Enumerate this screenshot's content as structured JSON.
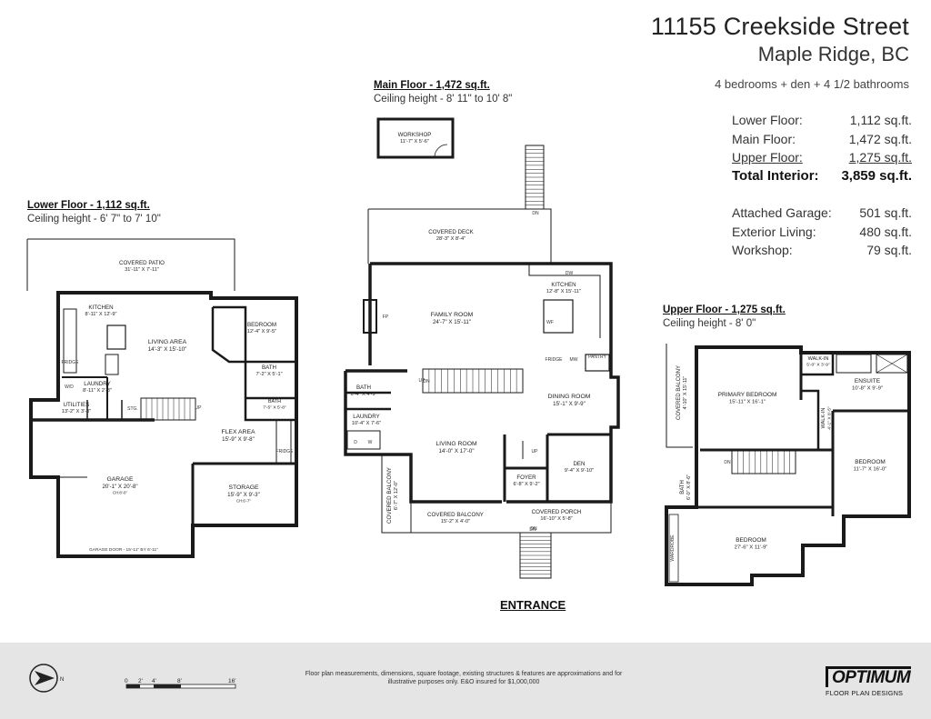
{
  "header": {
    "address_line1": "11155 Creekside Street",
    "address_line2": "Maple Ridge, BC",
    "beds_baths": "4 bedrooms + den + 4 1/2 bathrooms"
  },
  "summary": [
    {
      "label": "Lower Floor:",
      "value": "1,112 sq.ft."
    },
    {
      "label": "Main Floor:",
      "value": "1,472 sq.ft."
    },
    {
      "label": "Upper Floor:",
      "value": "1,275 sq.ft."
    },
    {
      "label": "Total Interior:",
      "value": "3,859 sq.ft."
    },
    {
      "label": "Attached Garage:",
      "value": "501 sq.ft."
    },
    {
      "label": "Exterior Living:",
      "value": "480 sq.ft."
    },
    {
      "label": "Workshop:",
      "value": "79 sq.ft."
    }
  ],
  "floors": {
    "main": {
      "title": "Main Floor - 1,472 sq.ft.",
      "ceiling": "Ceiling height - 8' 11\" to 10' 8\""
    },
    "lower": {
      "title": "Lower Floor - 1,112 sq.ft.",
      "ceiling": "Ceiling height - 6' 7\" to 7' 10\""
    },
    "upper": {
      "title": "Upper Floor - 1,275 sq.ft.",
      "ceiling": "Ceiling height - 8' 0\""
    }
  },
  "rooms": [
    {
      "id": "workshop",
      "name": "WORKSHOP",
      "dims": "11'-7\" X 5'-6\""
    },
    {
      "id": "covered-deck",
      "name": "COVERED DECK",
      "dims": "28'-3\" X 8'-4\""
    },
    {
      "id": "main-kitchen",
      "name": "KITCHEN",
      "dims": "12'-8\" X 15'-11\""
    },
    {
      "id": "family-room",
      "name": "FAMILY ROOM",
      "dims": "24'-7\" X 15'-11\""
    },
    {
      "id": "dining-room",
      "name": "DINING ROOM",
      "dims": "15'-1\" X 9'-9\""
    },
    {
      "id": "main-bath",
      "name": "BATH",
      "dims": "6'-4\" X 4'-9\""
    },
    {
      "id": "main-laundry",
      "name": "LAUNDRY",
      "dims": "10'-4\" X 7'-6\""
    },
    {
      "id": "living-room",
      "name": "LIVING ROOM",
      "dims": "14'-0\" X 17'-0\""
    },
    {
      "id": "den",
      "name": "DEN",
      "dims": "9'-4\" X 9'-10\""
    },
    {
      "id": "foyer",
      "name": "FOYER",
      "dims": "6'-8\" X 9'-2\""
    },
    {
      "id": "covered-balcony-main",
      "name": "COVERED BALCONY",
      "dims": "15'-2\" X 4'-0\""
    },
    {
      "id": "covered-balcony-side",
      "name": "COVERED BALCONY",
      "dims": "6'-7\" X 12'-0\""
    },
    {
      "id": "covered-porch",
      "name": "COVERED PORCH",
      "dims": "16'-10\" X 5'-8\""
    },
    {
      "id": "covered-patio",
      "name": "COVERED PATIO",
      "dims": "31'-11\" X 7'-11\""
    },
    {
      "id": "lower-kitchen",
      "name": "KITCHEN",
      "dims": "8'-11\" X 12'-9\""
    },
    {
      "id": "living-area",
      "name": "LIVING AREA",
      "dims": "14'-3\" X 15'-10\""
    },
    {
      "id": "lower-bedroom",
      "name": "BEDROOM",
      "dims": "12'-4\" X 9'-5\""
    },
    {
      "id": "lower-bath-1",
      "name": "BATH",
      "dims": "7'-2\" X 5'-1\""
    },
    {
      "id": "lower-bath-2",
      "name": "BATH",
      "dims": "7'-5\" X 5'-8\""
    },
    {
      "id": "lower-laundry",
      "name": "LAUNDRY",
      "dims": "8'-11\" X 2'-8\""
    },
    {
      "id": "utilities",
      "name": "UTILITIES",
      "dims": "13'-2\" X 3'-3\""
    },
    {
      "id": "flex-area",
      "name": "FLEX AREA",
      "dims": "15'-9\" X 9'-8\""
    },
    {
      "id": "garage",
      "name": "GARAGE",
      "dims": "20'-1\" X 20'-8\"",
      "note": "CH:8'-0\""
    },
    {
      "id": "storage",
      "name": "STORAGE",
      "dims": "15'-9\" X 9'-3\"",
      "note": "CH:6'-7\""
    },
    {
      "id": "primary-bedroom",
      "name": "PRIMARY BEDROOM",
      "dims": "15'-11\" X 16'-1\""
    },
    {
      "id": "walk-in-1",
      "name": "WALK-IN",
      "dims": "5'-0\" X 3'-9\""
    },
    {
      "id": "ensuite",
      "name": "ENSUITE",
      "dims": "10'-8\" X 9'-9\""
    },
    {
      "id": "walk-in-2",
      "name": "WALK-IN",
      "dims": "4'-1\" X 8'-5\""
    },
    {
      "id": "upper-bedroom-1",
      "name": "BEDROOM",
      "dims": "11'-7\" X 16'-0\""
    },
    {
      "id": "upper-bath",
      "name": "BATH",
      "dims": "6'-0\" X 8'-6\""
    },
    {
      "id": "upper-bedroom-2",
      "name": "BEDROOM",
      "dims": "27'-6\" X 11'-9\""
    },
    {
      "id": "covered-balcony-upper",
      "name": "COVERED BALCONY",
      "dims": "4'-10\" X 15'-11\""
    }
  ],
  "labels": {
    "garage_door": "GARAGE DOOR - 15'-11\" BY 6'-11\"",
    "dw": "DW",
    "fridge": "FRIDGE",
    "mw": "MW",
    "pantry": "PANTRY",
    "wf": "WF",
    "fp": "FP",
    "d": "D",
    "w": "W",
    "wd": "W/D",
    "stg": "STG.",
    "up": "UP",
    "dn": "DN",
    "wardrobe": "WARDROBE"
  },
  "entrance": "ENTRANCE",
  "footer": {
    "disclaimer": "Floor plan measurements, dimensions, square footage, existing structures & features are approximations and for illustrative purposes only.  E&O insured for $1,000,000",
    "scale_ticks": [
      "0",
      "2'",
      "4'",
      "8'",
      "16'"
    ],
    "compass_label": "N",
    "logo_main": "OPTIMUM",
    "logo_sub": "FLOOR PLAN DESIGNS"
  },
  "colors": {
    "wall": "#1a1a1a",
    "footer_bg": "#e5e5e5",
    "text": "#222222"
  }
}
